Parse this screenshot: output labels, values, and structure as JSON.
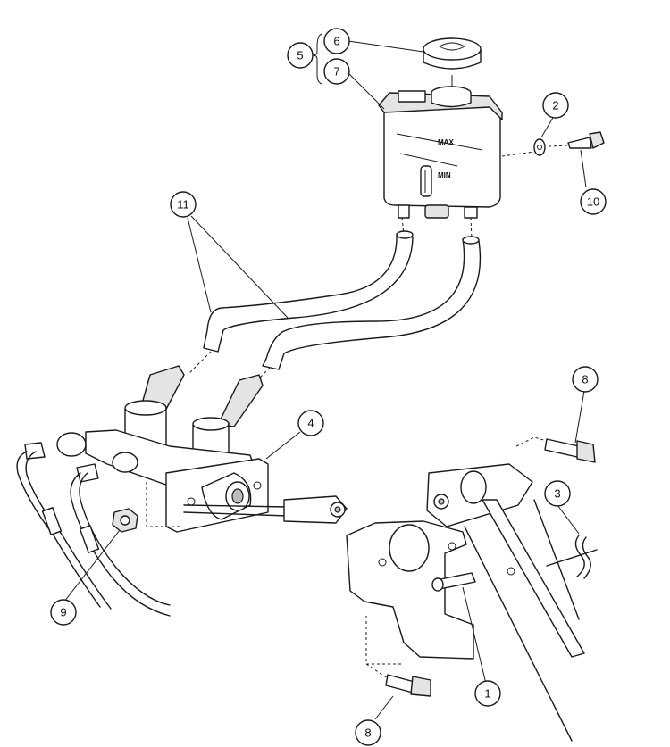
{
  "reservoir": {
    "max_label": "MAX",
    "min_label": "MIN"
  },
  "callouts": [
    {
      "id": "1",
      "label": "1"
    },
    {
      "id": "2",
      "label": "2"
    },
    {
      "id": "3",
      "label": "3"
    },
    {
      "id": "4",
      "label": "4"
    },
    {
      "id": "5",
      "label": "5"
    },
    {
      "id": "6",
      "label": "6"
    },
    {
      "id": "7",
      "label": "7"
    },
    {
      "id": "8a",
      "label": "8"
    },
    {
      "id": "8b",
      "label": "8"
    },
    {
      "id": "9",
      "label": "9"
    },
    {
      "id": "10",
      "label": "10"
    },
    {
      "id": "11",
      "label": "11"
    }
  ]
}
